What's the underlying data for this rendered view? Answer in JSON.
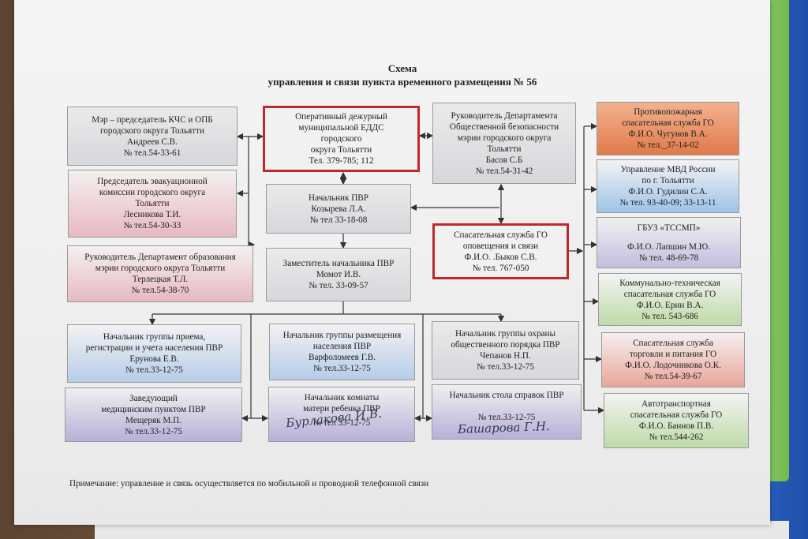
{
  "title": {
    "line1": "Схема",
    "line2": "управления и связи пункта временного размещения № 56"
  },
  "boxes": {
    "mayor": [
      "Мэр – председатель КЧС и ОПБ",
      "городского округа Тольятти",
      "Андреев С.В.",
      "№ тел.54-33-61"
    ],
    "edds": [
      "Оперативный дежурный",
      "муниципальной ЕДДС",
      "городского",
      "округа Тольятти",
      "Тел.  379-785; 112"
    ],
    "public_safety": [
      "Руководитель Департамента",
      "Общественной безопасности",
      "мэрии городского округа",
      "Тольятти",
      "Басов С.Б",
      "№ тел.54-31-42"
    ],
    "evac": [
      "Председатель эвакуационной",
      "комиссии городского округа",
      "Тольятти",
      "Лесникова Т.И.",
      "№ тел.54-30-33"
    ],
    "education": [
      "Руководитель Департамент образования",
      "мэрии городского округа Тольятти",
      "Терлецкая  Т.Л.",
      "№ тел.54-38-70"
    ],
    "pvr_head": [
      "Начальник ПВР",
      "Козырева Л.А.",
      "№ тел 33-18-08"
    ],
    "deputy": [
      "Заместитель начальника ПВР",
      "Момот И.В.",
      "№ тел. 33-09-57"
    ],
    "rescue": [
      "Спасательная служба ГО",
      "оповещения и связи",
      "Ф.И.О. .Быков С.В.",
      "№ тел.  767-050"
    ],
    "reception": [
      "Начальник группы приема,",
      "регистрации и учета населения ПВР",
      "Ерунова Е.В.",
      "№ тел.33-12-75"
    ],
    "placement": [
      "Начальник группы размещения",
      "населения ПВР",
      "Варфоломеев Г.В.",
      "№ тел.33-12-75"
    ],
    "order": [
      "Начальник группы охраны",
      "общественного порядка ПВР",
      "Чепанов Н.П.",
      "№ тел.33-12-75"
    ],
    "medical": [
      "Заведующий",
      "медицинским пунктом ПВР",
      "Мещеряк М.П.",
      "№ тел.33-12-75"
    ],
    "mother_room": [
      "Начальник комнаты",
      "матери  ребенка ПВР",
      "№ тел 33-12-75"
    ],
    "info_desk": [
      "Начальник стола справок ПВР",
      "№ тел.33-12-75"
    ],
    "fire": [
      "Противопожарная",
      "спасательная служба ГО",
      "Ф.И.О. Чугунов В.А.",
      "№ тел._37-14-02"
    ],
    "police": [
      "Управление МВД России",
      "по г. Тольятти",
      "Ф.И.О.  Гудилин С.А.",
      "№ тел. 93-40-09; 33-13-11"
    ],
    "health": [
      "ГБУЗ «ТССМП»",
      "",
      "Ф.И.О. Лапшин М.Ю.",
      "№ тел. 48-69-78"
    ],
    "utilities": [
      "Коммунально-техническая",
      "спасательная служба ГО",
      "Ф.И.О.   Ерин В.А.",
      "№ тел. 543-686"
    ],
    "trade": [
      "Спасательная служба",
      "торговли и питания ГО",
      "Ф.И.О. Лодочникова О.К.",
      "№ тел.54-39-67"
    ],
    "transport": [
      "Автотранспортная",
      "спасательная служба ГО",
      "Ф.И.О. Баннов П.В.",
      "№ тел.544-262"
    ]
  },
  "handwriting": {
    "mother_room": "Бурлакова  И.В.",
    "info_desk": "Башарова  Г.Н."
  },
  "note": "Примечание: управление и связь осуществляется по мобильной и проводной телефонной связи",
  "colors": {
    "red_border": "#c0282d",
    "line": "#333333"
  }
}
